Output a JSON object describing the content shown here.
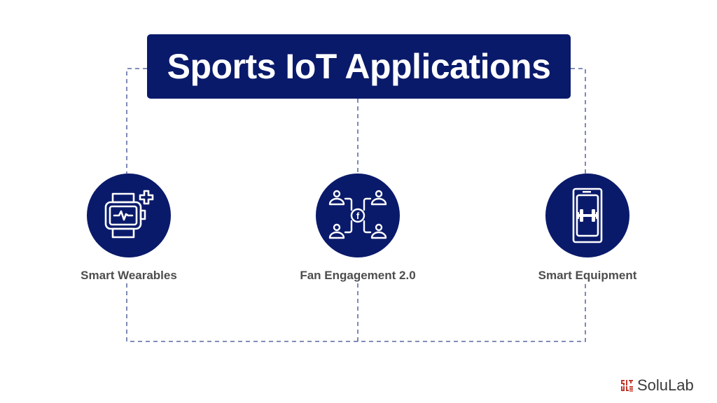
{
  "title": "Sports IoT Applications",
  "colors": {
    "primary": "#0a1a6b",
    "label": "#4d4d4d",
    "connector": "#3b4a8f",
    "logo_red": "#c0392b"
  },
  "nodes": [
    {
      "label": "Smart Wearables",
      "icon": "smartwatch-heartbeat-icon"
    },
    {
      "label": "Fan Engagement 2.0",
      "icon": "social-network-people-icon"
    },
    {
      "label": "Smart Equipment",
      "icon": "tablet-dumbbell-icon"
    }
  ],
  "brand": {
    "name": "SoluLab"
  }
}
